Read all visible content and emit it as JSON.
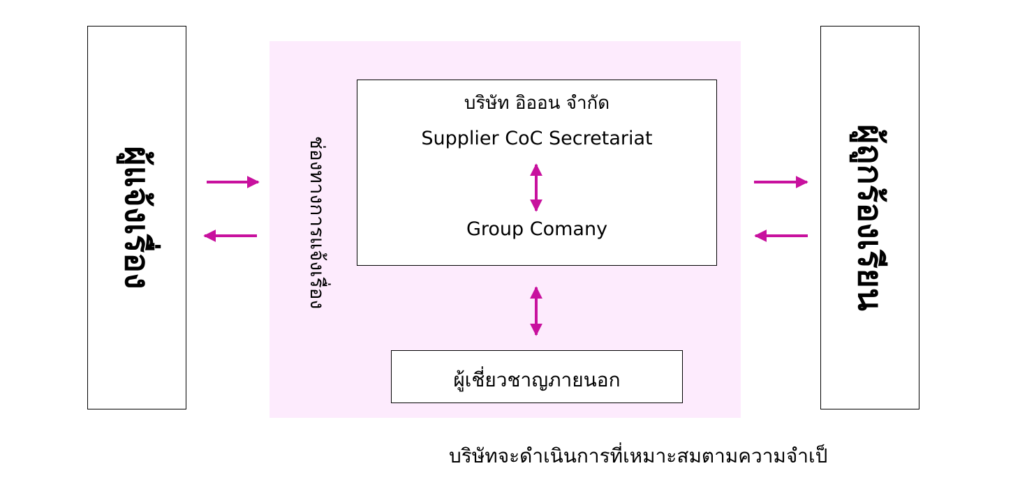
{
  "left_box": {
    "label": "ผู้แจ้งเรื่อง"
  },
  "right_box": {
    "label": "ผู้ถูกร้องเรียน"
  },
  "center_panel": {
    "vertical_label": "ช่องทางการแจ้งเรื่อง"
  },
  "company_box": {
    "title": "บริษัท อิออน จำกัด",
    "secretariat": "Supplier CoC Secretariat",
    "group": "Group Comany"
  },
  "expert_box": {
    "label": "ผู้เชี่ยวชาญภายนอก"
  },
  "footer_note": "บริษัทจะดำเนินการที่เหมาะสมตามความจำเป็",
  "colors": {
    "arrow": "#c8119e",
    "panel_bg": "#fdebfd",
    "border": "#000000"
  }
}
